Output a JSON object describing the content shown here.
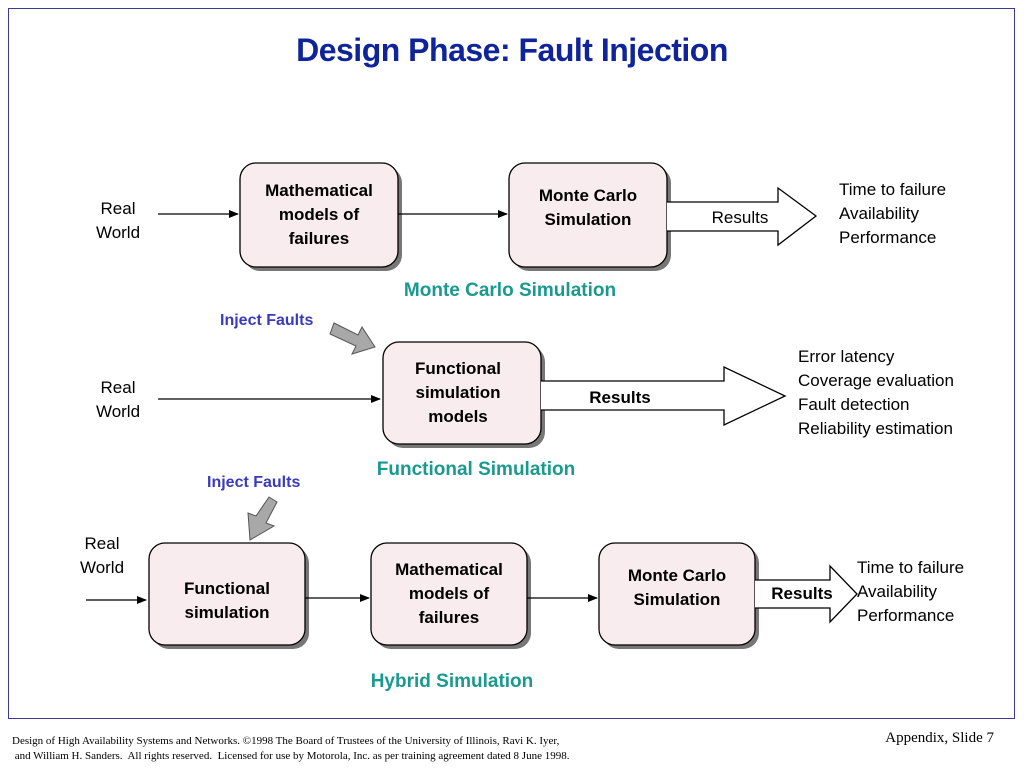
{
  "title": "Design Phase: Fault Injection",
  "colors": {
    "title": "#0f239a",
    "section": "#1a9a8f",
    "inject": "#3a3ac0",
    "box_fill": "#f8ecee",
    "frame": "#3a3a9a",
    "inject_arrow": "#a8a8a8"
  },
  "row1": {
    "input_label": [
      "Real",
      "World"
    ],
    "boxes": [
      [
        "Mathematical",
        "models of",
        "failures"
      ],
      [
        "Monte Carlo",
        "Simulation"
      ]
    ],
    "results_label": "Results",
    "outputs": [
      "Time to failure",
      "Availability",
      "Performance"
    ],
    "section_label": "Monte Carlo Simulation"
  },
  "row2": {
    "inject_label": "Inject Faults",
    "input_label": [
      "Real",
      "World"
    ],
    "boxes": [
      [
        "Functional",
        "simulation",
        "models"
      ]
    ],
    "results_label": "Results",
    "outputs": [
      "Error latency",
      "Coverage evaluation",
      "Fault detection",
      "Reliability estimation"
    ],
    "section_label": "Functional Simulation"
  },
  "row3": {
    "inject_label": "Inject Faults",
    "input_label": [
      "Real",
      "World"
    ],
    "boxes": [
      [
        "Functional",
        "simulation"
      ],
      [
        "Mathematical",
        "models of",
        "failures"
      ],
      [
        "Monte Carlo",
        "Simulation"
      ]
    ],
    "results_label": "Results",
    "outputs": [
      "Time to failure",
      "Availability",
      "Performance"
    ],
    "section_label": "Hybrid Simulation"
  },
  "footer": {
    "line1": "Design of High Availability Systems and Networks.  ©1998 The Board of Trustees of the University of Illinois, Ravi K. Iyer,",
    "line2": " and William H. Sanders.  All rights reserved.  Licensed for use by Motorola, Inc. as per training agreement dated 8 June 1998.",
    "slide_label": "Appendix, Slide 7"
  }
}
